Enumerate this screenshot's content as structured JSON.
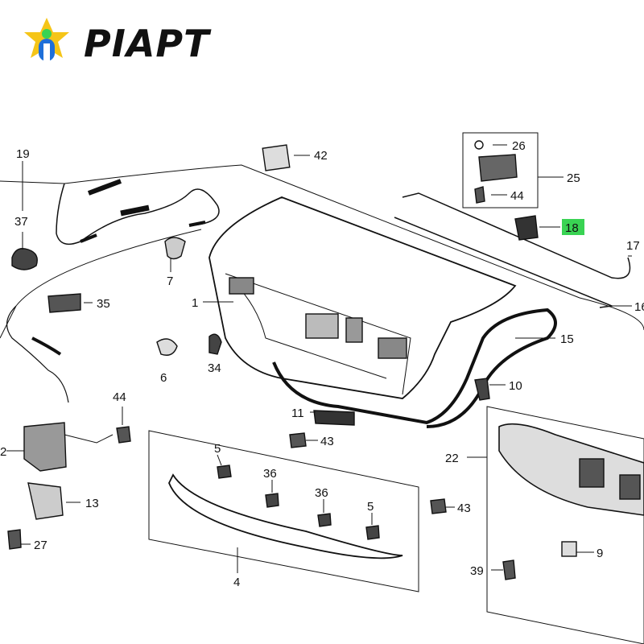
{
  "brand": {
    "name": "PIAPT",
    "logo_icon": "piapt-logo-icon",
    "colors": {
      "yellow": "#f5c518",
      "blue": "#1e6fd9",
      "green": "#39d353"
    }
  },
  "highlighted_part": "18",
  "callouts": {
    "p1": "1",
    "p2": "2",
    "p4": "4",
    "p5a": "5",
    "p5b": "5",
    "p6": "6",
    "p7": "7",
    "p9": "9",
    "p10": "10",
    "p11": "11",
    "p13": "13",
    "p15": "15",
    "p16": "16",
    "p17": "17",
    "p18": "18",
    "p19": "19",
    "p22": "22",
    "p25": "25",
    "p26": "26",
    "p27": "27",
    "p34": "34",
    "p35": "35",
    "p36a": "36",
    "p36b": "36",
    "p37": "37",
    "p39": "39",
    "p42": "42",
    "p43a": "43",
    "p43b": "43",
    "p44a": "44",
    "p44b": "44"
  }
}
